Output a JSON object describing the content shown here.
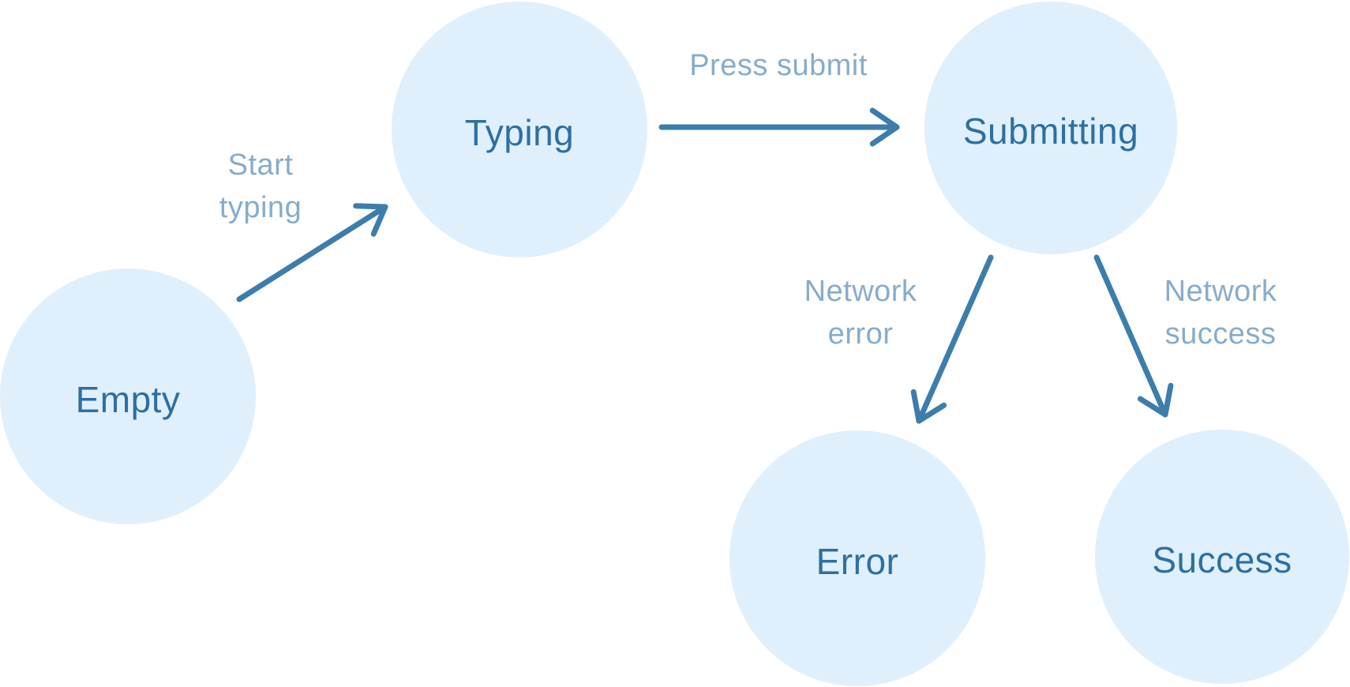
{
  "diagram": {
    "type": "state-machine",
    "nodes": [
      {
        "id": "empty",
        "label": "Empty"
      },
      {
        "id": "typing",
        "label": "Typing"
      },
      {
        "id": "submitting",
        "label": "Submitting"
      },
      {
        "id": "error",
        "label": "Error"
      },
      {
        "id": "success",
        "label": "Success"
      }
    ],
    "edges": [
      {
        "from": "empty",
        "to": "typing",
        "label": "Start typing"
      },
      {
        "from": "typing",
        "to": "submitting",
        "label": "Press submit"
      },
      {
        "from": "submitting",
        "to": "error",
        "label": "Network error"
      },
      {
        "from": "submitting",
        "to": "success",
        "label": "Network success"
      }
    ]
  },
  "colors": {
    "background": "#ffffff",
    "node_fill": "#dff0fc",
    "node_text": "#2d6fa2",
    "edge_stroke": "#3d7dac",
    "edge_label": "#87accb"
  }
}
